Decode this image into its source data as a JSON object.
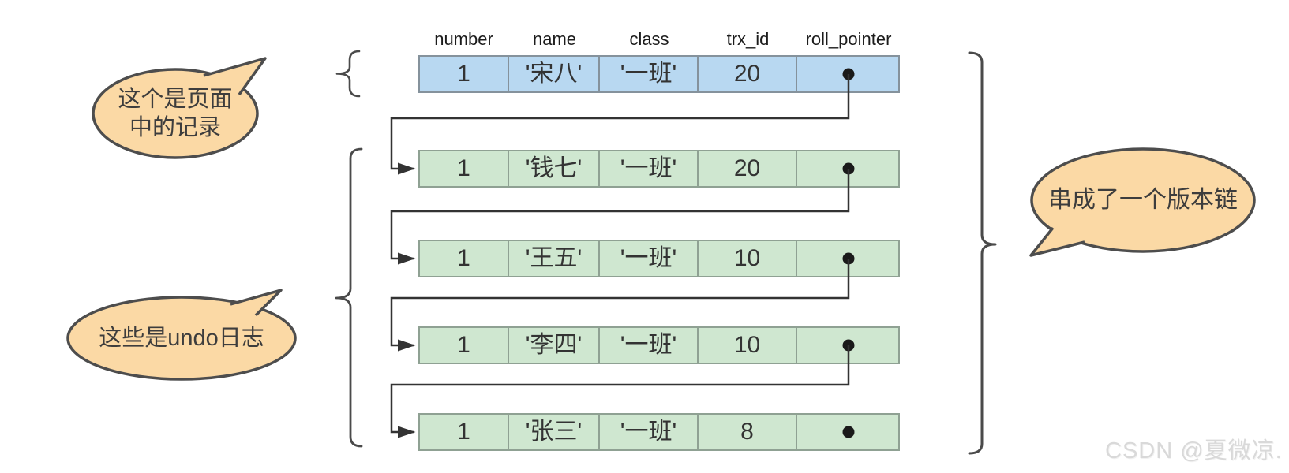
{
  "table": {
    "headers": [
      "number",
      "name",
      "class",
      "trx_id",
      "roll_pointer"
    ],
    "rows": [
      {
        "kind": "page-record",
        "number": "1",
        "name": "'宋八'",
        "class": "'一班'",
        "trx_id": "20",
        "roll_pointer": "dot"
      },
      {
        "kind": "undo-log",
        "number": "1",
        "name": "'钱七'",
        "class": "'一班'",
        "trx_id": "20",
        "roll_pointer": "dot"
      },
      {
        "kind": "undo-log",
        "number": "1",
        "name": "'王五'",
        "class": "'一班'",
        "trx_id": "10",
        "roll_pointer": "dot"
      },
      {
        "kind": "undo-log",
        "number": "1",
        "name": "'李四'",
        "class": "'一班'",
        "trx_id": "10",
        "roll_pointer": "dot"
      },
      {
        "kind": "undo-log",
        "number": "1",
        "name": "'张三'",
        "class": "'一班'",
        "trx_id": "8",
        "roll_pointer": "dot"
      }
    ]
  },
  "callouts": {
    "page_record": {
      "line1": "这个是页面",
      "line2": "中的记录"
    },
    "undo_logs": {
      "text": "这些是undo日志"
    },
    "version_chain": {
      "text": "串成了一个版本链"
    }
  },
  "watermark": "CSDN @夏微凉.",
  "colors": {
    "page_row_fill": "#b8d8f1",
    "undo_row_fill": "#cfe7d0",
    "row_border": "#85929c",
    "bubble_fill": "#fbd9a5",
    "bubble_stroke": "#4d4d4d",
    "connector": "#333333",
    "watermark": "#d9d9d9"
  }
}
